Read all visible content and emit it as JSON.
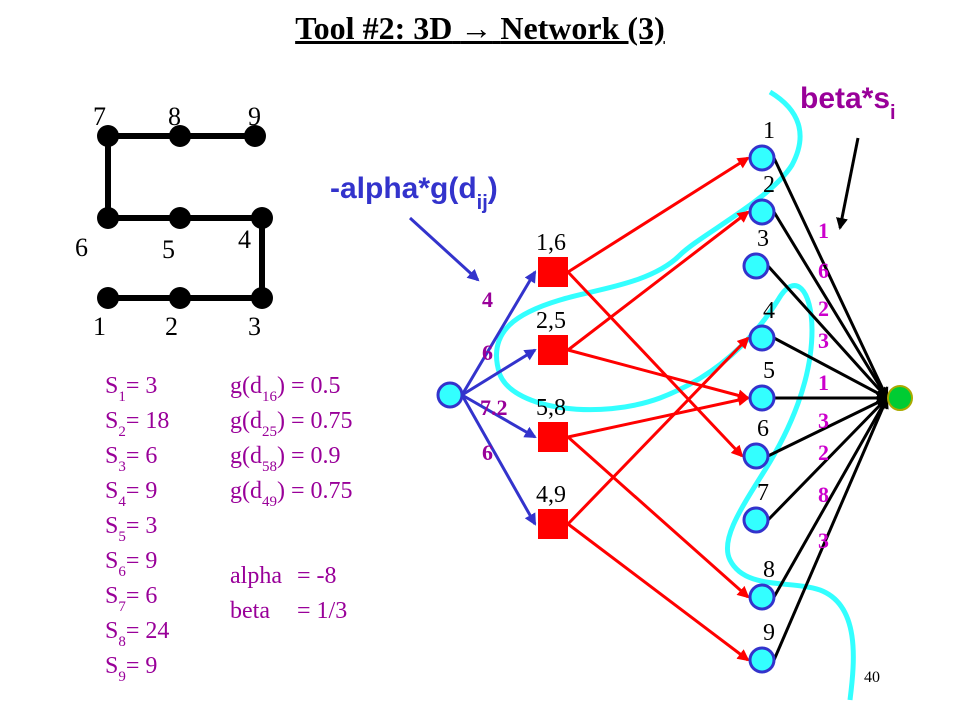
{
  "title": {
    "left": "Tool #2: 3D",
    "arrow": "→",
    "right": "Network (3)"
  },
  "colors": {
    "red": "#ff0000",
    "blue": "#3333cc",
    "cyan": "#33ffff",
    "purple": "#990099",
    "magenta": "#cc00cc",
    "green": "#00cc33",
    "black": "#000000"
  },
  "grid": {
    "labels": [
      {
        "text": "7"
      },
      {
        "text": "8"
      },
      {
        "text": "9"
      },
      {
        "text": "6"
      },
      {
        "text": "5"
      },
      {
        "text": "4"
      },
      {
        "text": "1"
      },
      {
        "text": "2"
      },
      {
        "text": "3"
      }
    ],
    "path_order": [
      "1",
      "2",
      "3",
      "4",
      "5",
      "6",
      "7",
      "8",
      "9"
    ]
  },
  "s_values": [
    {
      "sub": "1",
      "val": "3"
    },
    {
      "sub": "2",
      "val": "18"
    },
    {
      "sub": "3",
      "val": "6"
    },
    {
      "sub": "4",
      "val": "9"
    },
    {
      "sub": "5",
      "val": "3"
    },
    {
      "sub": "6",
      "val": "9"
    },
    {
      "sub": "7",
      "val": "6"
    },
    {
      "sub": "8",
      "val": "24"
    },
    {
      "sub": "9",
      "val": "9"
    }
  ],
  "g_values": [
    {
      "sub": "16",
      "val": "0.5"
    },
    {
      "sub": "25",
      "val": "0.75"
    },
    {
      "sub": "58",
      "val": "0.9"
    },
    {
      "sub": "49",
      "val": "0.75"
    }
  ],
  "params": [
    {
      "name": "alpha",
      "val": "= -8"
    },
    {
      "name": "beta",
      "val": "= 1/3"
    }
  ],
  "annotations": {
    "alpha_label": "-alpha*g(d",
    "alpha_sub": "ij",
    "alpha_close": ")",
    "beta_label": "beta*s",
    "beta_sub": "i"
  },
  "pair_nodes": [
    "1,6",
    "2,5",
    "5,8",
    "4,9"
  ],
  "edge_weights": [
    "4",
    "6",
    "7.2",
    "6"
  ],
  "right_nodes": [
    "1",
    "2",
    "3",
    "4",
    "5",
    "6",
    "7",
    "8",
    "9"
  ],
  "sink_weights": [
    "1",
    "6",
    "2",
    "3",
    "1",
    "3",
    "2",
    "8",
    "3"
  ],
  "page_number": "40"
}
